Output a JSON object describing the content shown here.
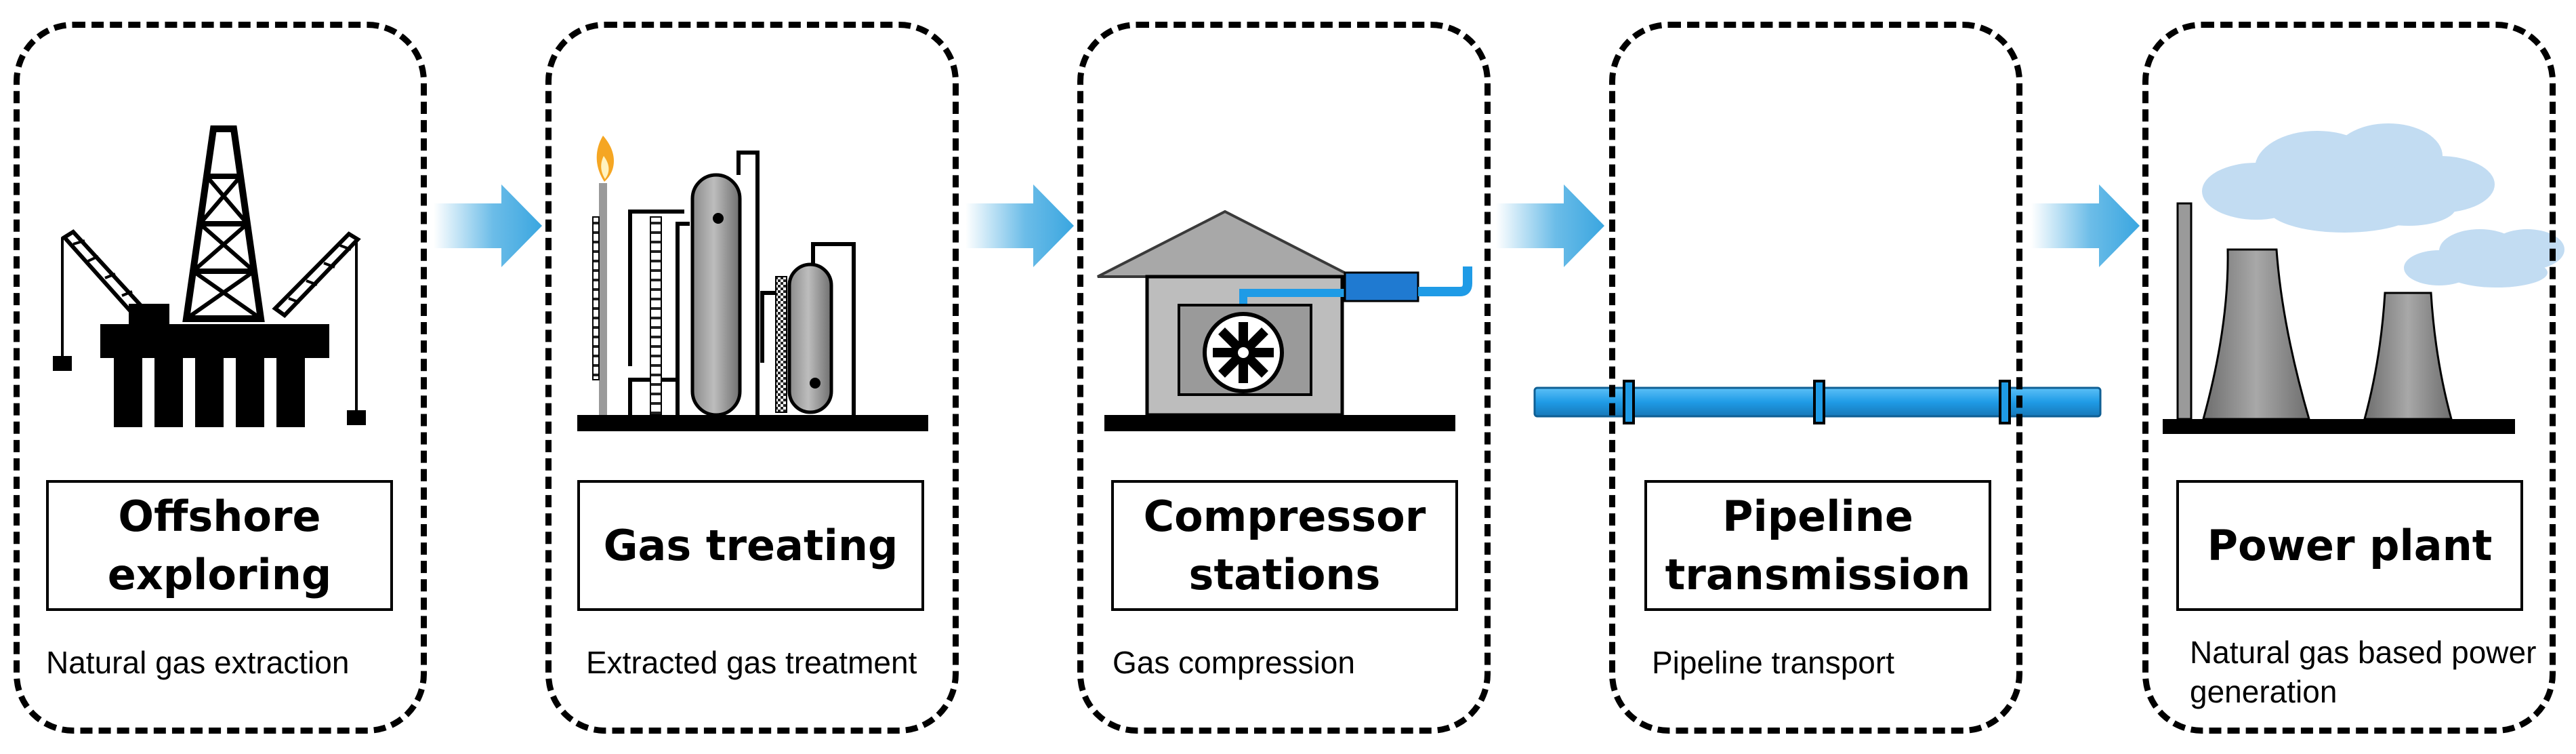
{
  "stages": [
    {
      "title": "Offshore\nexploring",
      "description": "Natural gas extraction"
    },
    {
      "title": "Gas treating",
      "description": "Extracted gas treatment"
    },
    {
      "title": "Compressor\nstations",
      "description": "Gas compression"
    },
    {
      "title": "Pipeline\ntransmission",
      "description": "Pipeline transport"
    },
    {
      "title": "Power plant",
      "description": "Natural gas based power generation"
    }
  ],
  "colors": {
    "border": "#000000",
    "arrow": "#3aa6e0",
    "pipeline": "#1f9be6",
    "flame": "#f5a623",
    "cloud": "#c2dcf2",
    "concrete": "#8a8a8a"
  },
  "icons": [
    "offshore-rig-icon",
    "gas-processing-plant-icon",
    "compressor-station-icon",
    "pipeline-icon",
    "power-plant-icon",
    "flow-arrow-icon"
  ]
}
